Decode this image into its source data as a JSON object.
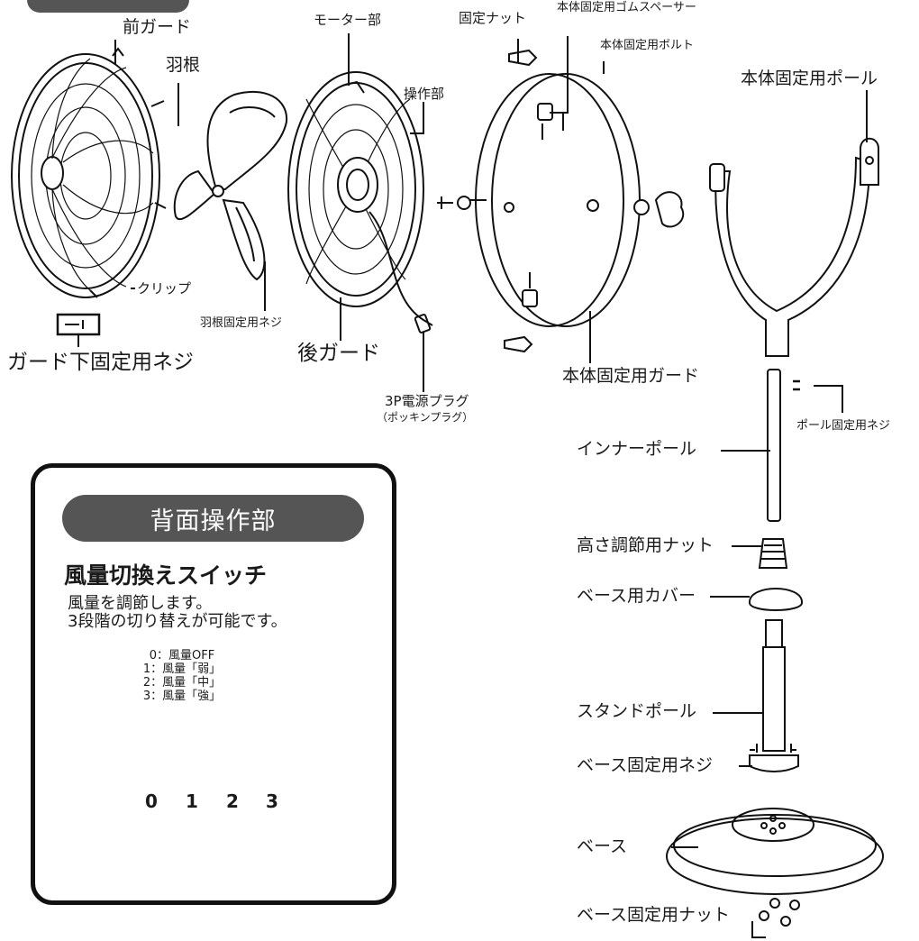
{
  "parts": {
    "front_guard": "前ガード",
    "blade": "羽根",
    "motor": "モーター部",
    "control": "操作部",
    "fixing_nut": "固定ナット",
    "rubber_spacer": "本体固定用ゴムスペーサー",
    "body_bolt": "本体固定用ボルト",
    "body_pole": "本体固定用ポール",
    "clip": "クリップ",
    "blade_screw": "羽根固定用ネジ",
    "rear_guard": "後ガード",
    "guard_screw": "ガード下固定用ネジ",
    "plug": "3P電源プラグ",
    "plug_note": "（ポッキンプラグ）",
    "body_guard": "本体固定用ガード",
    "pole_screw": "ポール固定用ネジ",
    "inner_pole": "インナーポール",
    "height_nut": "高さ調節用ナット",
    "base_cover": "ベース用カバー",
    "stand_pole": "スタンドポール",
    "base_screw": "ベース固定用ネジ",
    "base": "ベース",
    "base_nut": "ベース固定用ナット"
  },
  "panel": {
    "title": "背面操作部",
    "heading": "風量切換えスイッチ",
    "desc_line1": "風量を調節します。",
    "desc_line2": "3段階の切り替えが可能です。",
    "settings": [
      "0：風量OFF",
      "1：風量「弱」",
      "2：風量「中」",
      "3：風量「強」"
    ],
    "knobs": [
      "0",
      "1",
      "2",
      "3"
    ]
  }
}
